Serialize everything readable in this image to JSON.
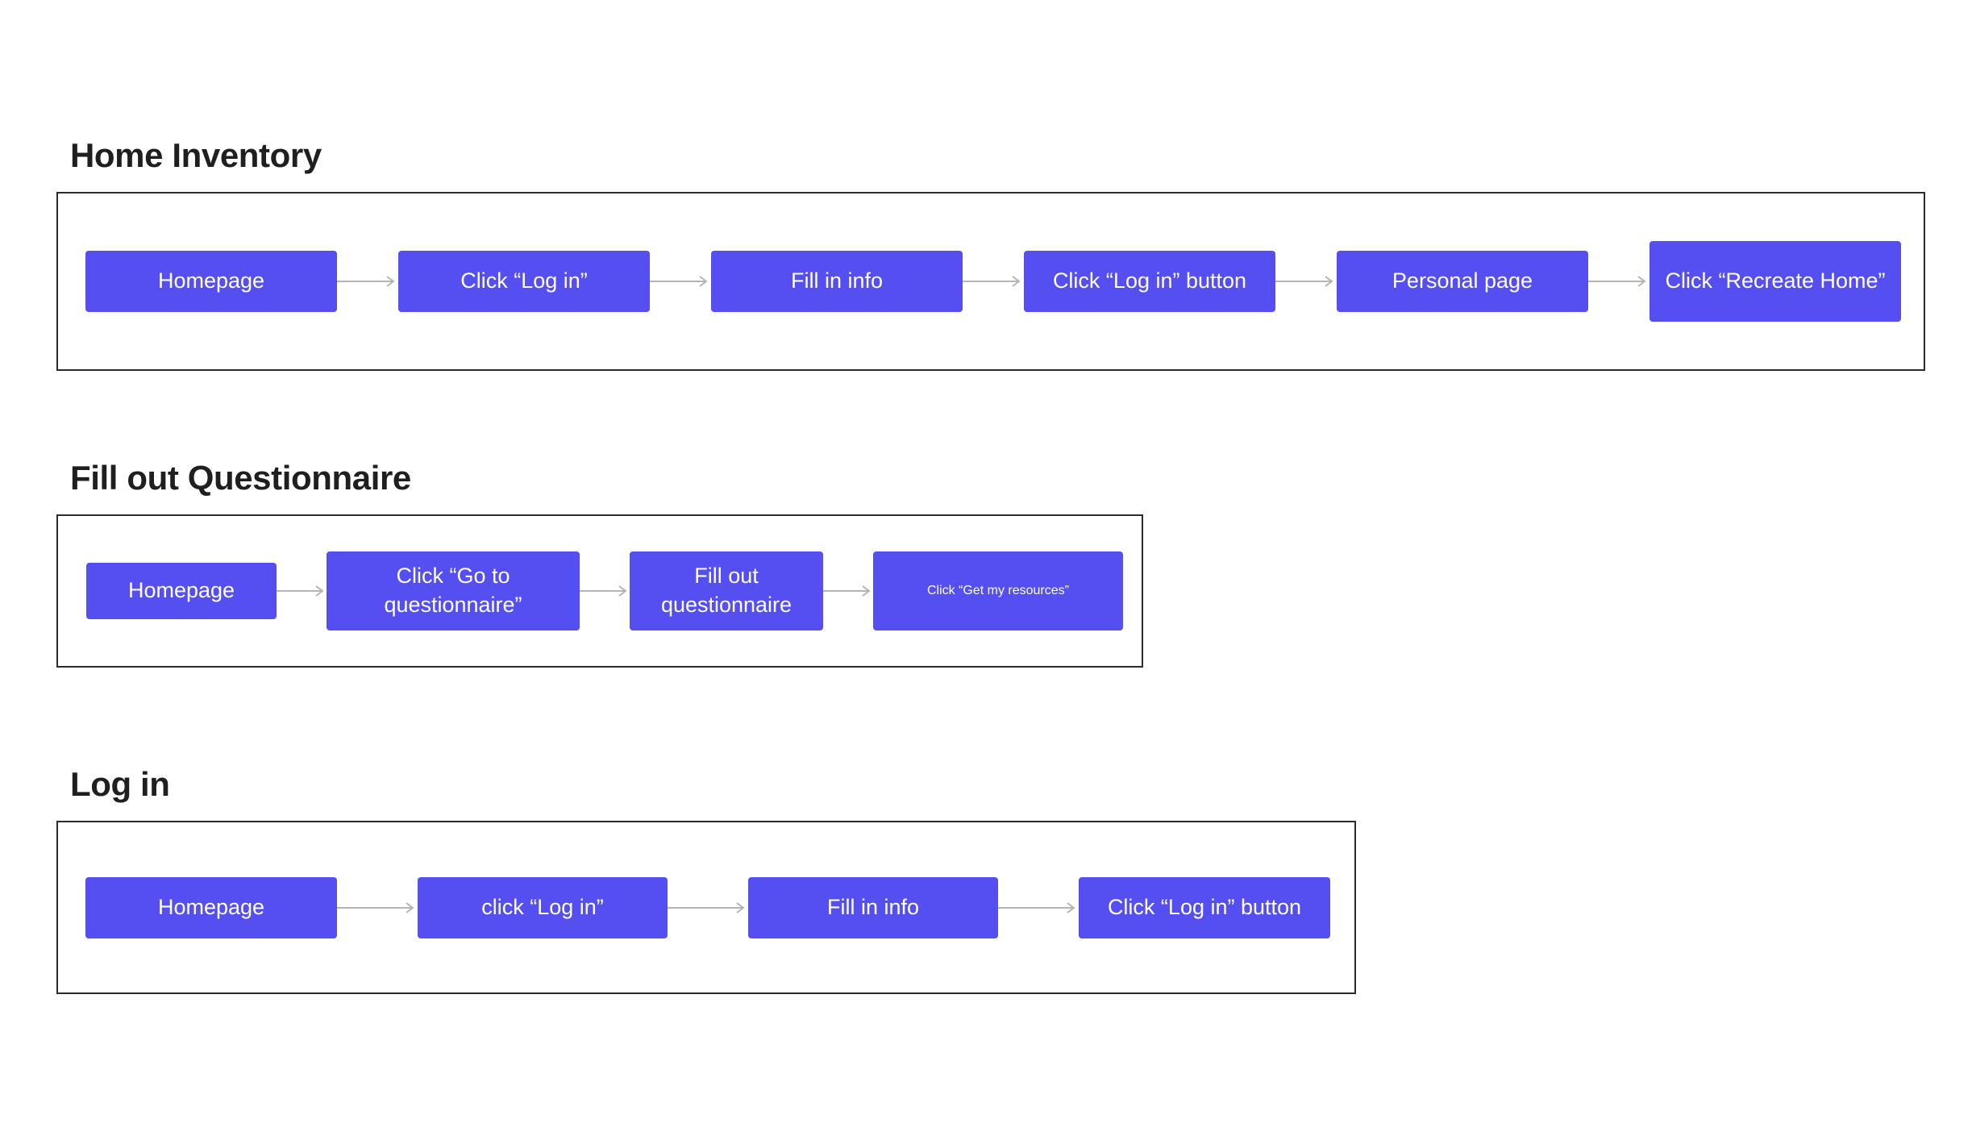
{
  "sections": [
    {
      "title": "Home Inventory",
      "nodes": [
        {
          "label": "Homepage"
        },
        {
          "label": "Click “Log in”"
        },
        {
          "label": "Fill in info"
        },
        {
          "label": "Click “Log in” button"
        },
        {
          "label": "Personal page"
        },
        {
          "label": "Click “Recreate Home”"
        }
      ]
    },
    {
      "title": "Fill out Questionnaire",
      "nodes": [
        {
          "label": "Homepage"
        },
        {
          "label": "Click “Go to questionnaire”"
        },
        {
          "label": "Fill out questionnaire"
        },
        {
          "label": "Click “Get my resources”"
        }
      ]
    },
    {
      "title": "Log in",
      "nodes": [
        {
          "label": "Homepage"
        },
        {
          "label": "click “Log in”"
        },
        {
          "label": "Fill in info"
        },
        {
          "label": "Click “Log in” button"
        }
      ]
    }
  ],
  "colors": {
    "node_fill": "#554FF2",
    "node_text": "#FFFFFF",
    "frame_border": "#2B2B2B",
    "title_text": "#1F1F1F",
    "connector": "#B5B5B5",
    "background": "#FFFFFF"
  },
  "icons": {
    "connector": "arrow-right-icon"
  }
}
